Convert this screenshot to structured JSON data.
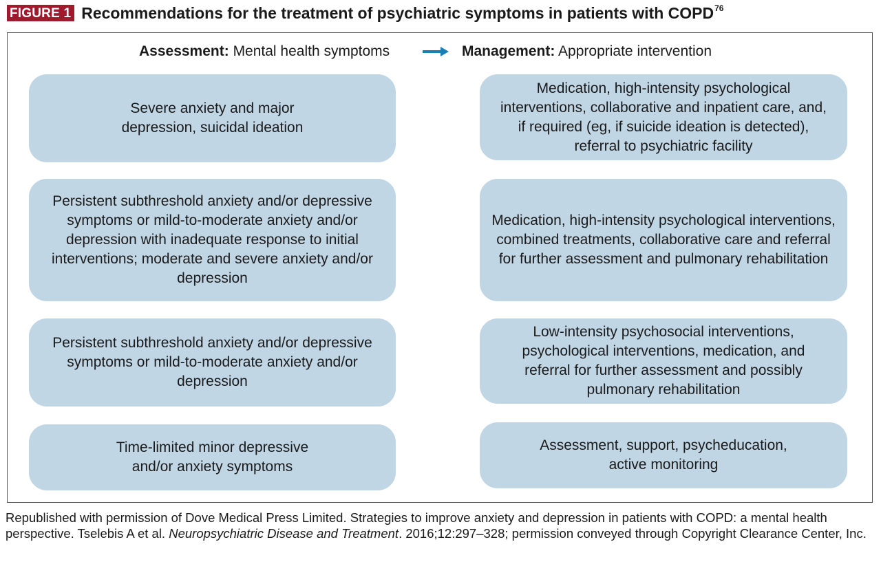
{
  "figure": {
    "label": "FIGURE 1",
    "title": "Recommendations for the treatment of psychiatric symptoms in patients with COPD",
    "title_ref": "76",
    "accent_color": "#a01a2e",
    "box_color": "#c1d6e5",
    "arrow_color": "#1b7fb6"
  },
  "header": {
    "left_bold": "Assessment:",
    "left_text": " Mental health symptoms",
    "arrow_icon": "right-arrow-icon",
    "right_bold": "Management:",
    "right_text": " Appropriate intervention"
  },
  "rows": [
    {
      "assessment": "Severe anxiety and major depression, suicidal ideation",
      "management": "Medication, high-intensity psychological interventions, collaborative and inpatient care, and, if required (eg, if suicide ideation is detected), referral to psychiatric facility"
    },
    {
      "assessment": "Persistent subthreshold anxiety and/or depressive symptoms or mild-to-moderate anxiety and/or depression with inadequate response to initial interventions; moderate and severe anxiety and/or depression",
      "management": "Medication, high-intensity psychological interventions, combined treatments, collaborative care and referral for further assessment and pulmonary rehabilitation"
    },
    {
      "assessment": "Persistent subthreshold anxiety and/or depressive symptoms or mild-to-moderate anxiety and/or depression",
      "management": "Low-intensity psychosocial interventions, psychological interventions, medication, and referral for further assessment and possibly pulmonary rehabilitation"
    },
    {
      "assessment": "Time-limited minor depressive and/or anxiety symptoms",
      "management": "Assessment, support, psycheducation, active monitoring"
    }
  ],
  "credit": {
    "pre": "Republished with permission of Dove Medical Press Limited. Strategies to improve anxiety and depression in patients with COPD: a mental health perspective. Tselebis A et al. ",
    "journal": "Neuropsychiatric Disease and Treatment",
    "post": ". 2016;12:297–328; permission conveyed through Copyright Clearance Center, Inc."
  }
}
